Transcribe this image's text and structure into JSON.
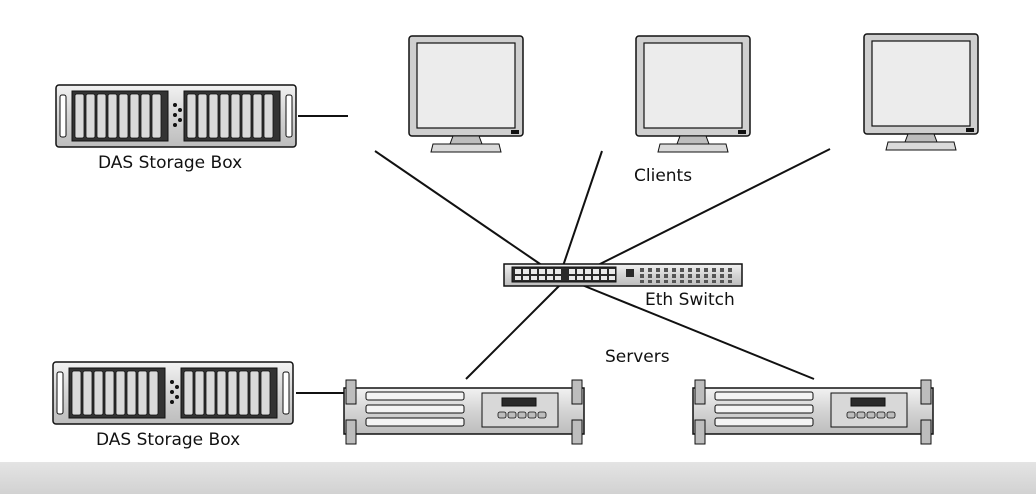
{
  "labels": {
    "das_top": "DAS Storage Box",
    "das_bottom": "DAS Storage Box",
    "clients": "Clients",
    "switch": "Eth Switch",
    "servers": "Servers"
  },
  "colors": {
    "stroke": "#111111",
    "device_face": "#e6e6e6",
    "device_dark": "#2a2a2a",
    "screen": "#efefef",
    "footer": "#d8d8d8"
  }
}
